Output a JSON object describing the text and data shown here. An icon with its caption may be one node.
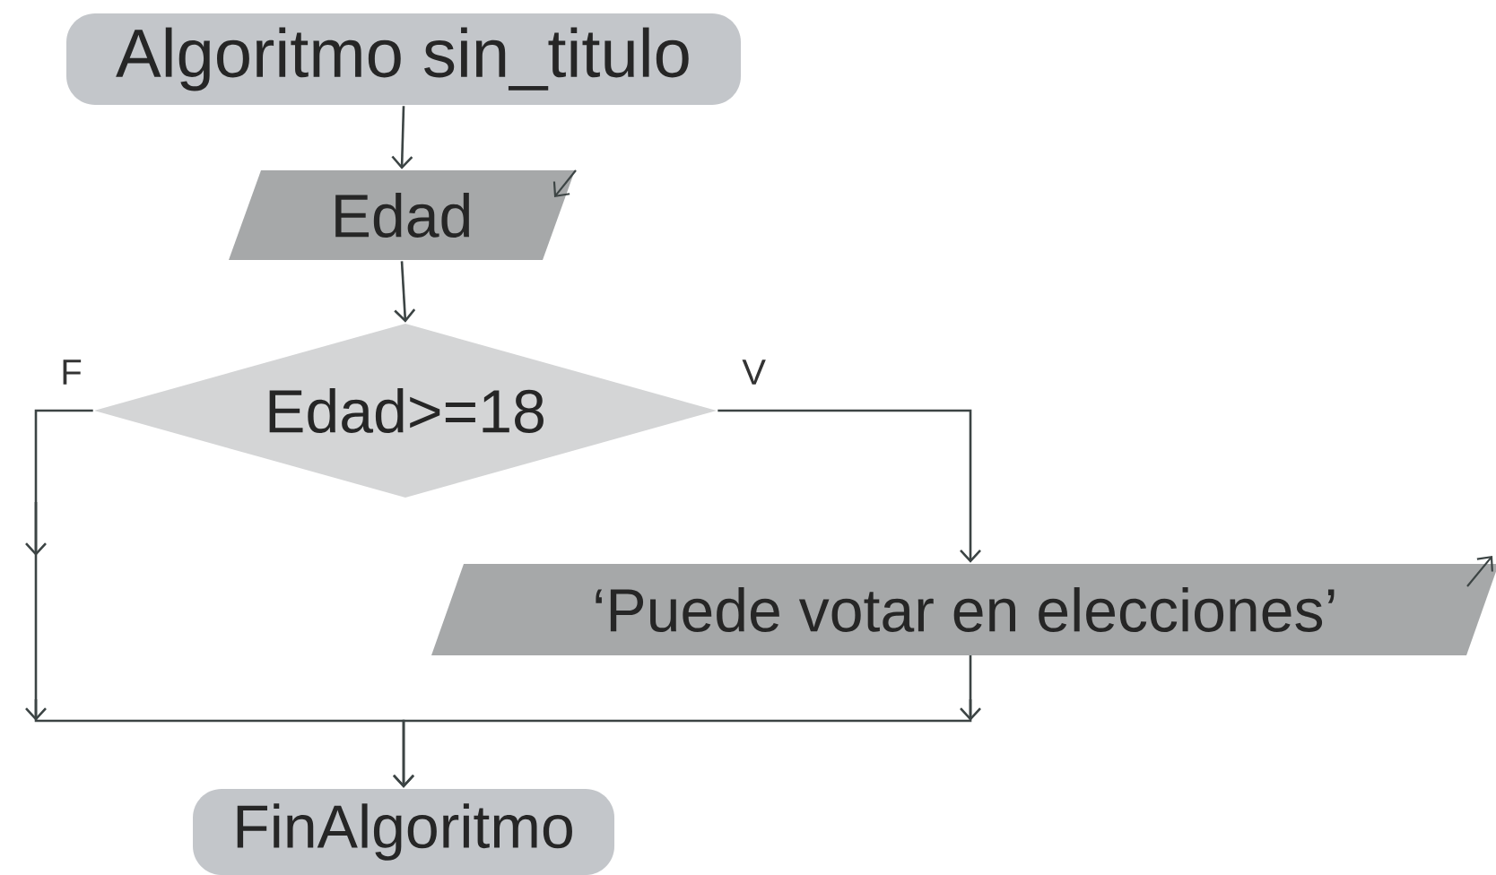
{
  "diagram": {
    "nodes": [
      {
        "text": [
          "Algoritmo sin_titulo"
        ]
      },
      {
        "text": [
          "Edad"
        ]
      },
      {
        "text": [
          "Edad>=18"
        ]
      },
      {
        "text": [
          "‘Puede votar en elecciones’"
        ]
      },
      {
        "text": [
          "FinAlgoritmo"
        ]
      }
    ],
    "edges": [
      {
        "from": 0,
        "to": 1,
        "arrow": "to"
      },
      {
        "from": 1,
        "to": 2,
        "arrow": "to"
      },
      {
        "from": 2,
        "to": 3,
        "arrow": "to",
        "label": "V"
      },
      {
        "from": 2,
        "to": 4,
        "arrow": "to",
        "label": "F"
      },
      {
        "from": 3,
        "to": 4,
        "arrow": "to"
      }
    ]
  }
}
